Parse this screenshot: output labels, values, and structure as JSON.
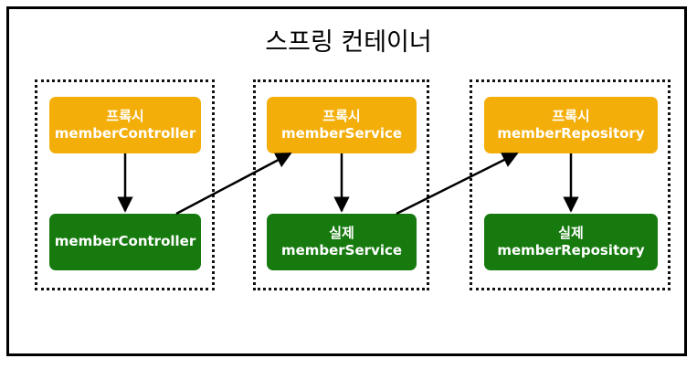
{
  "title": "스프링 컨테이너",
  "groups": [
    {
      "proxy": {
        "line1": "프록시",
        "line2": "memberController"
      },
      "real": {
        "line1": "",
        "line2": "memberController"
      }
    },
    {
      "proxy": {
        "line1": "프록시",
        "line2": "memberService"
      },
      "real": {
        "line1": "실제",
        "line2": "memberService"
      }
    },
    {
      "proxy": {
        "line1": "프록시",
        "line2": "memberRepository"
      },
      "real": {
        "line1": "실제",
        "line2": "memberRepository"
      }
    }
  ],
  "colors": {
    "proxy": "#f4ae0a",
    "real": "#177a0f"
  }
}
